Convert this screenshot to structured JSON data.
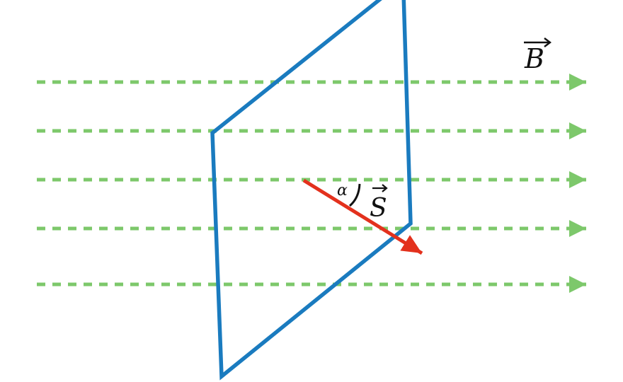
{
  "diagram": {
    "field_label": "B",
    "vector_label": "S",
    "angle_label": "α",
    "field_line_count": 5
  },
  "colors": {
    "field_lines": "#7dc86b",
    "surface": "#1a7bbf",
    "vector": "#e3311d",
    "text": "#111111"
  }
}
